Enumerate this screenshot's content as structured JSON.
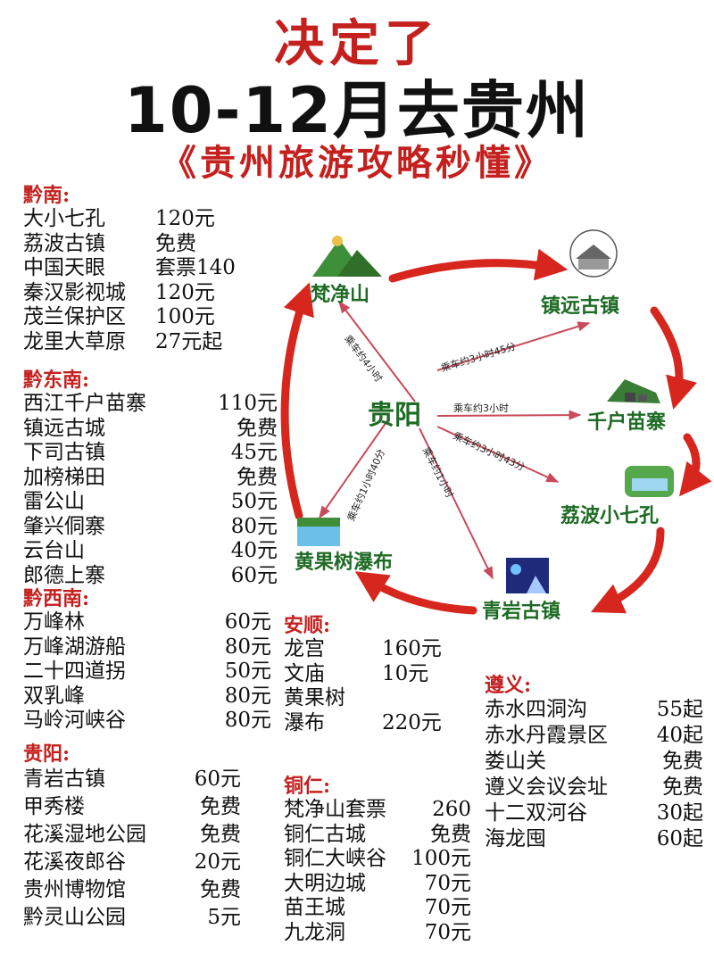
{
  "header": {
    "line1": "决定了",
    "line2": "10-12月去贵州",
    "line3": "《贵州旅游攻略秒懂》"
  },
  "sections": {
    "qiannan": {
      "title": "黔南:",
      "items": [
        {
          "name": "大小七孔",
          "price": "120元"
        },
        {
          "name": "荔波古镇",
          "price": "免费"
        },
        {
          "name": "中国天眼",
          "price": "套票140"
        },
        {
          "name": "秦汉影视城",
          "price": "120元"
        },
        {
          "name": "茂兰保护区",
          "price": "100元"
        },
        {
          "name": "龙里大草原",
          "price": "27元起"
        }
      ]
    },
    "qiandongnan": {
      "title": "黔东南:",
      "items": [
        {
          "name": "西江千户苗寨",
          "price": "110元"
        },
        {
          "name": "镇远古城",
          "price": "免费"
        },
        {
          "name": "下司古镇",
          "price": "45元"
        },
        {
          "name": "加榜梯田",
          "price": "免费"
        },
        {
          "name": "雷公山",
          "price": "50元"
        },
        {
          "name": "肇兴侗寨",
          "price": "80元"
        },
        {
          "name": "云台山",
          "price": "40元"
        },
        {
          "name": "郎德上寨",
          "price": "60元"
        }
      ]
    },
    "qianxinan": {
      "title": "黔西南:",
      "items": [
        {
          "name": "万峰林",
          "price": "60元"
        },
        {
          "name": "万峰湖游船",
          "price": "80元"
        },
        {
          "name": "二十四道拐",
          "price": "50元"
        },
        {
          "name": "双乳峰",
          "price": "80元"
        },
        {
          "name": "马岭河峡谷",
          "price": "80元"
        }
      ]
    },
    "guiyang": {
      "title": "贵阳:",
      "items": [
        {
          "name": "青岩古镇",
          "price": "60元"
        },
        {
          "name": "甲秀楼",
          "price": "免费"
        },
        {
          "name": "花溪湿地公园",
          "price": "免费"
        },
        {
          "name": "花溪夜郎谷",
          "price": "20元"
        },
        {
          "name": "贵州博物馆",
          "price": "免费"
        },
        {
          "name": "黔灵山公园",
          "price": "5元"
        }
      ]
    },
    "anshun": {
      "title": "安顺:",
      "items": [
        {
          "name": "龙宫",
          "price": "160元"
        },
        {
          "name": "文庙",
          "price": "10元"
        },
        {
          "name": "黄果树",
          "price": ""
        },
        {
          "name": "瀑布",
          "price": "220元"
        }
      ]
    },
    "tongren": {
      "title": "铜仁:",
      "items": [
        {
          "name": "梵净山套票",
          "price": "260"
        },
        {
          "name": "铜仁古城",
          "price": "免费"
        },
        {
          "name": "铜仁大峡谷",
          "price": "100元"
        },
        {
          "name": "大明边城",
          "price": "70元"
        },
        {
          "name": "苗王城",
          "price": "70元"
        },
        {
          "name": "九龙洞",
          "price": "70元"
        }
      ]
    },
    "zunyi": {
      "title": "遵义:",
      "items": [
        {
          "name": "赤水四洞沟",
          "price": "55起"
        },
        {
          "name": "赤水丹霞景区",
          "price": "40起"
        },
        {
          "name": "娄山关",
          "price": "免费"
        },
        {
          "name": "遵义会议会址",
          "price": "免费"
        },
        {
          "name": "十二双河谷",
          "price": "30起"
        },
        {
          "name": "海龙囤",
          "price": "60起"
        }
      ]
    }
  },
  "map": {
    "center": "贵阳",
    "cities": {
      "fanjingshan": "梵净山",
      "zhenyuan": "镇远古镇",
      "qianhu": "千户苗寨",
      "libo": "荔波小七孔",
      "qingyan": "青岩古镇",
      "huangguoshu": "黄果树瀑布"
    },
    "routes": {
      "fanjingshan": "乘车约4小时",
      "zhenyuan": "乘车约3小时45分",
      "qianhu": "乘车约3小时",
      "libo": "乘车约3小时43分",
      "qingyan": "乘车约1小时",
      "huangguoshu": "乘车约1小时40分"
    },
    "colors": {
      "ring": "#d7261e",
      "spoke": "#c94a5a",
      "city": "#1d6b24",
      "title_red": "#c4201e"
    }
  }
}
